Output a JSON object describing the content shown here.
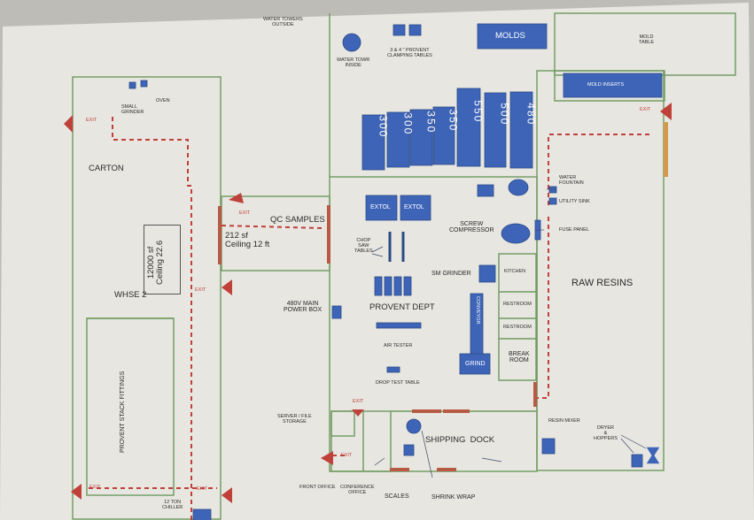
{
  "labels": {
    "water_towers_outside": "WATER TOWERS\nOUTSIDE",
    "water_tower_inside": "WATER TOWR\nINSIDE",
    "clamping_tables": "3 & 4 \" PROVENT\nCLAMPING TABLES",
    "molds": "MOLDS",
    "mold_table": "MOLD\nTABLE",
    "mold_inserts": "MOLD INSERTS",
    "small_grinder": "SMALL\nGRINDER",
    "oven": "OVEN",
    "carton": "CARTON",
    "qc_samples": "QC SAMPLES",
    "qc_area": "212 sf\nCeiling 12 ft",
    "whse_area": "12000 sf\nCeiling 22.6",
    "whse2": "WHSE 2",
    "provent_stack_fittings": "PROVENT STACK FITTINGS",
    "extol_1": "EXTOL",
    "extol_2": "EXTOL",
    "chop_saw_tables": "CHOP\nSAW\nTABLES",
    "screw_compressor": "SCREW\nCOMPRESSOR",
    "sm_grinder": "SM GRINDER",
    "kitchen": "KITCHEN",
    "restroom_1": "RESTROOM",
    "restroom_2": "RESTROOM",
    "break_room": "BREAK\nROOM",
    "conveyor": "CONVEYOR",
    "grind": "GRIND",
    "power_box": "480V MAIN\nPOWER BOX",
    "provent_dept": "PROVENT DEPT",
    "air_tester": "AIR TESTER",
    "drop_test_table": "DROP TEST TABLE",
    "water_fountain": "WATER\nFOUNTAIN",
    "utility_sink": "UTILITY SINK",
    "fuse_panel": "FUSE PANEL",
    "raw_resins": "RAW RESINS",
    "server_storage": "SERVER / FILE\nSTORAGE",
    "shipping_dock": "SHIPPING  DOCK",
    "resin_mixer": "RESIN MIXER",
    "dryer_hoppers": "DRYER\n&\nHOPPERS",
    "front_office": "FRONT OFFICE",
    "conference_office": "CONFERENCE\nOFFICE",
    "scales": "SCALES",
    "shrink_wrap": "SHRINK WRAP",
    "chiller": "12 TON\nCHILLER",
    "exit": "EXIT"
  },
  "machines": [
    "300",
    "300",
    "350",
    "350",
    "550",
    "500",
    "480"
  ],
  "colors": {
    "wall": "#6f9a5e",
    "equipment": "#3e64b8",
    "equipment_dark": "#2c4a86",
    "exit_route": "#c0403a",
    "door": "#b65a44",
    "paper": "#ecebe6"
  }
}
